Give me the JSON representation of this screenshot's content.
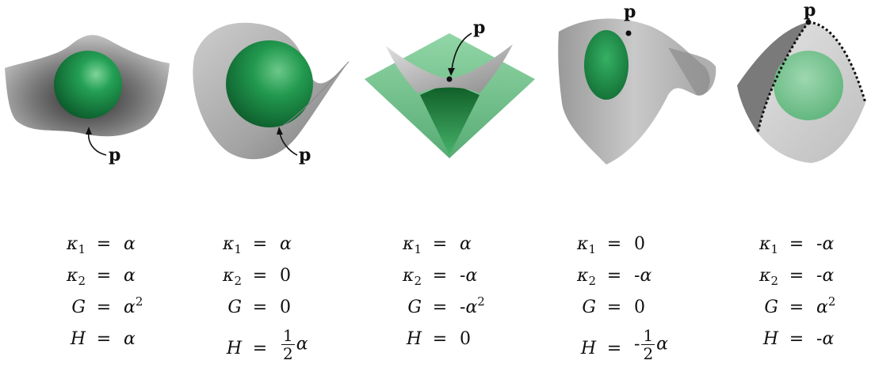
{
  "figure": {
    "point_label": "p",
    "colors": {
      "sphere": "#1f9a4e",
      "surface": "#b5b5b5",
      "surface_dark": "#555555",
      "plane": "#3aa364"
    },
    "panels": [
      {
        "id": "bowl",
        "rows": [
          {
            "lhs": "κ",
            "sub": "1",
            "eq": "=",
            "sign": "",
            "val": "α",
            "sup": ""
          },
          {
            "lhs": "κ",
            "sub": "2",
            "eq": "=",
            "sign": "",
            "val": "α",
            "sup": ""
          },
          {
            "lhs": "G",
            "sub": "",
            "eq": "=",
            "sign": "",
            "val": "α",
            "sup": "2"
          },
          {
            "lhs": "H",
            "sub": "",
            "eq": "=",
            "sign": "",
            "val": "α",
            "sup": ""
          }
        ]
      },
      {
        "id": "cylinder",
        "rows": [
          {
            "lhs": "κ",
            "sub": "1",
            "eq": "=",
            "sign": "",
            "val": "α",
            "sup": ""
          },
          {
            "lhs": "κ",
            "sub": "2",
            "eq": "=",
            "sign": "",
            "val": "0",
            "sup": ""
          },
          {
            "lhs": "G",
            "sub": "",
            "eq": "=",
            "sign": "",
            "val": "0",
            "sup": ""
          },
          {
            "lhs": "H",
            "sub": "",
            "eq": "=",
            "sign": "",
            "frac_num": "1",
            "frac_den": "2",
            "val": "α",
            "sup": ""
          }
        ]
      },
      {
        "id": "saddle",
        "rows": [
          {
            "lhs": "κ",
            "sub": "1",
            "eq": "=",
            "sign": "",
            "val": "α",
            "sup": ""
          },
          {
            "lhs": "κ",
            "sub": "2",
            "eq": "=",
            "sign": "-",
            "val": "α",
            "sup": ""
          },
          {
            "lhs": "G",
            "sub": "",
            "eq": "=",
            "sign": "-",
            "val": "α",
            "sup": "2"
          },
          {
            "lhs": "H",
            "sub": "",
            "eq": "=",
            "sign": "",
            "val": "0",
            "sup": ""
          }
        ]
      },
      {
        "id": "inverted-cylinder",
        "rows": [
          {
            "lhs": "κ",
            "sub": "1",
            "eq": "=",
            "sign": "",
            "val": "0",
            "sup": ""
          },
          {
            "lhs": "κ",
            "sub": "2",
            "eq": "=",
            "sign": "-",
            "val": "α",
            "sup": ""
          },
          {
            "lhs": "G",
            "sub": "",
            "eq": "=",
            "sign": "",
            "val": "0",
            "sup": ""
          },
          {
            "lhs": "H",
            "sub": "",
            "eq": "=",
            "sign": "-",
            "frac_num": "1",
            "frac_den": "2",
            "val": "α",
            "sup": ""
          }
        ]
      },
      {
        "id": "dome",
        "rows": [
          {
            "lhs": "κ",
            "sub": "1",
            "eq": "=",
            "sign": "-",
            "val": "α",
            "sup": ""
          },
          {
            "lhs": "κ",
            "sub": "2",
            "eq": "=",
            "sign": "-",
            "val": "α",
            "sup": ""
          },
          {
            "lhs": "G",
            "sub": "",
            "eq": "=",
            "sign": "",
            "val": "α",
            "sup": "2"
          },
          {
            "lhs": "H",
            "sub": "",
            "eq": "=",
            "sign": "-",
            "val": "α",
            "sup": ""
          }
        ]
      }
    ]
  }
}
